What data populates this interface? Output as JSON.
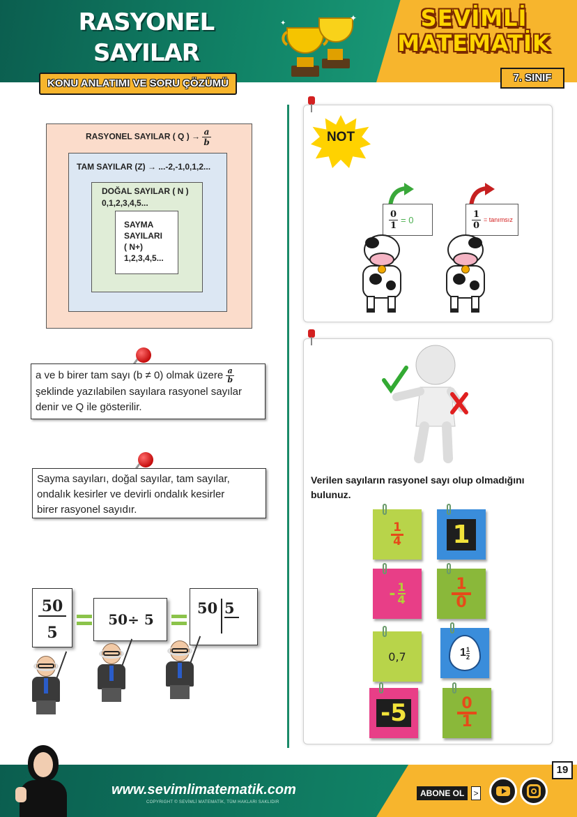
{
  "header": {
    "title_line1": "RASYONEL",
    "title_line2": "SAYILAR",
    "subtitle": "KONU ANLATIMI VE SORU ÇÖZÜMÜ",
    "brand_line1": "SEVİMLİ",
    "brand_line2": "MATEMATİK",
    "grade": "7. SINIF"
  },
  "sets": {
    "rational": {
      "label": "RASYONEL SAYILAR ( Q ) →",
      "frac_num": "a",
      "frac_den": "b"
    },
    "integer": {
      "label": "TAM SAYILAR (Z) →",
      "values": "...-2,-1,0,1,2..."
    },
    "natural": {
      "label": "DOĞAL SAYILAR ( N )",
      "values": "0,1,2,3,4,5..."
    },
    "counting": {
      "line1": "SAYMA",
      "line2": "SAYILARI",
      "line3": "( N+)",
      "values": "1,2,3,4,5..."
    }
  },
  "notes": {
    "definition_pre": "a ve b birer tam sayı (b ≠ 0) olmak üzere",
    "definition_frac_num": "a",
    "definition_frac_den": "b",
    "definition_line2": "şeklinde yazılabilen sayılara rasyonel sayılar",
    "definition_line3": "denir ve Q ile gösterilir.",
    "types_line1": "Sayma sayıları, doğal sayılar, tam sayılar,",
    "types_line2": "ondalık kesirler ve devirli ondalık kesirler",
    "types_line3": "birer rasyonel sayıdır."
  },
  "division": {
    "frac_num": "50",
    "frac_den": "5",
    "expr": "50÷ 5",
    "long_dividend": "50",
    "long_divisor": "5"
  },
  "note_panel": {
    "badge": "NOT",
    "sign1_num": "0",
    "sign1_den": "1",
    "sign1_result": "= 0",
    "sign2_num": "1",
    "sign2_den": "0",
    "sign2_result": "= tanımsız"
  },
  "question": {
    "text": "Verilen sayıların rasyonel sayı olup olmadığını bulunuz.",
    "items": [
      {
        "num": "1",
        "den": "4"
      },
      {
        "value": "1"
      },
      {
        "sign": "-",
        "num": "1",
        "den": "4"
      },
      {
        "num": "1",
        "den": "0"
      },
      {
        "value": "0,7"
      },
      {
        "whole": "1",
        "num": "1",
        "den": "2"
      },
      {
        "value": "-5"
      },
      {
        "num": "0",
        "den": "1"
      }
    ]
  },
  "footer": {
    "website": "www.sevimlimatematik.com",
    "copyright": "COPYRIGHT © SEVİMLİ MATEMATİK, TÜM HAKLARI SAKLIDIR",
    "subscribe": "ABONE OL",
    "subscribe_arrow": ">",
    "page_number": "19"
  },
  "colors": {
    "header_green": "#118467",
    "header_yellow": "#f7b52d",
    "set_rational": "#fbdccb",
    "set_integer": "#dce7f3",
    "set_natural": "#e0edd7",
    "note_result_green": "#4caf50",
    "note_result_red": "#d32020"
  }
}
